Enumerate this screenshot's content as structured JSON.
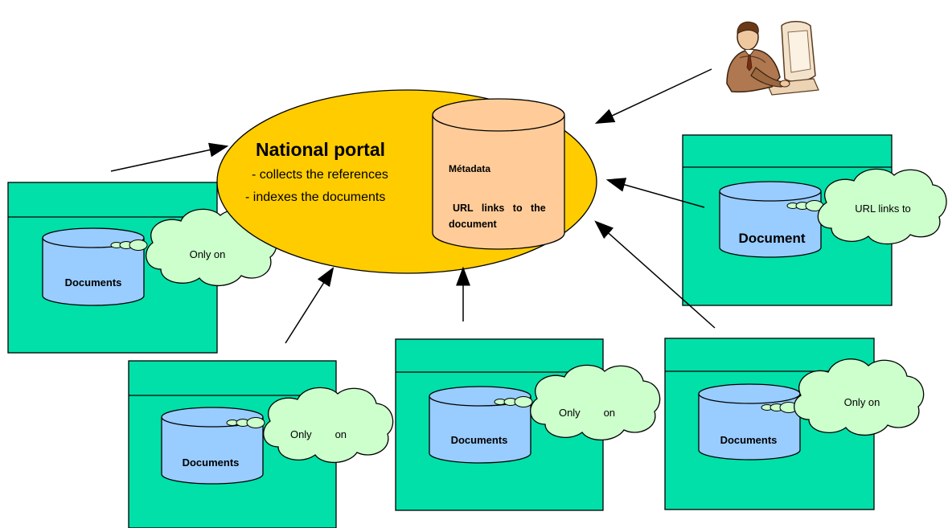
{
  "portal": {
    "title": "National portal",
    "bullet_1": "- collects the references",
    "bullet_2": "- indexes the documents"
  },
  "metadata_db": {
    "line_1": "Métadata",
    "line_2": "URL   links   to   the",
    "line_3": "document"
  },
  "repositories": [
    {
      "db_label": "Documents",
      "cloud_text": "Only on"
    },
    {
      "db_label": "Documents",
      "cloud_text": "Only        on"
    },
    {
      "db_label": "Documents",
      "cloud_text": "Only        on"
    },
    {
      "db_label": "Documents",
      "cloud_text": "Only on"
    },
    {
      "db_label": "Document",
      "cloud_text": "URL links to"
    }
  ],
  "user": {
    "icon": "user-at-computer-icon"
  },
  "colors": {
    "portal_fill": "#FFCC00",
    "metadata_fill": "#FFCC99",
    "repository_fill": "#00E0A8",
    "database_fill": "#99CCFF",
    "cloud_fill": "#CCFFCC",
    "arrow": "#000000"
  }
}
